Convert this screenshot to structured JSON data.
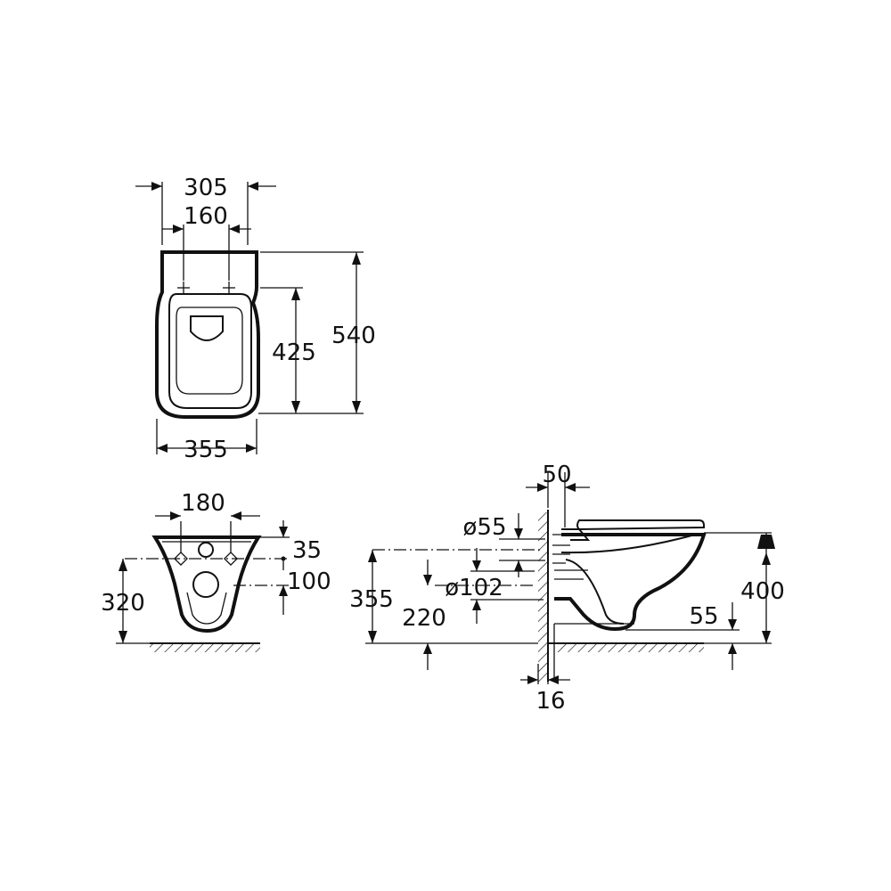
{
  "top_view": {
    "width_outer": "305",
    "width_inner": "160",
    "depth_total": "540",
    "depth_fix": "425",
    "width_bowl": "355"
  },
  "front_view": {
    "fix_spacing": "180",
    "offset_top": "35",
    "offset_outlet": "100",
    "height_fix": "320"
  },
  "side_view": {
    "wall_gap": "50",
    "inlet_diameter": "ø55",
    "outlet_diameter": "ø102",
    "inlet_height": "355",
    "outlet_height": "220",
    "rim_height": "400",
    "base_clearance": "55",
    "wall_thickness": "16"
  }
}
